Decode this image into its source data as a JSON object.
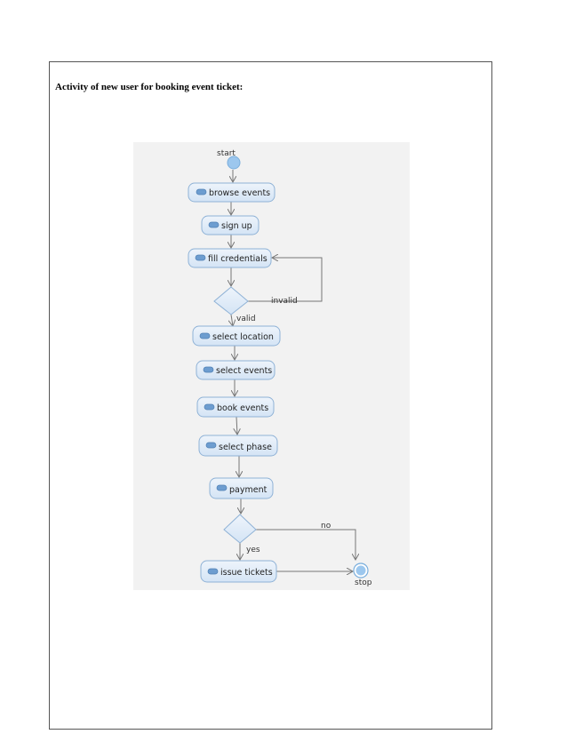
{
  "heading": "Activity of new user for booking event ticket:",
  "diagram": {
    "start_label": "start",
    "stop_label": "stop",
    "actions": [
      "browse events",
      "sign up",
      "fill credentials",
      "select location",
      "select events",
      "book events",
      "select phase",
      "payment",
      "issue tickets"
    ],
    "guards": {
      "invalid": "invalid",
      "valid": "valid",
      "no": "no",
      "yes": "yes"
    },
    "colors": {
      "node_fill": "#dde9f6",
      "node_stroke": "#8fb2d6",
      "edge": "#777777",
      "start_fill": "#9cc7ee",
      "background": "#f2f2f2"
    }
  }
}
